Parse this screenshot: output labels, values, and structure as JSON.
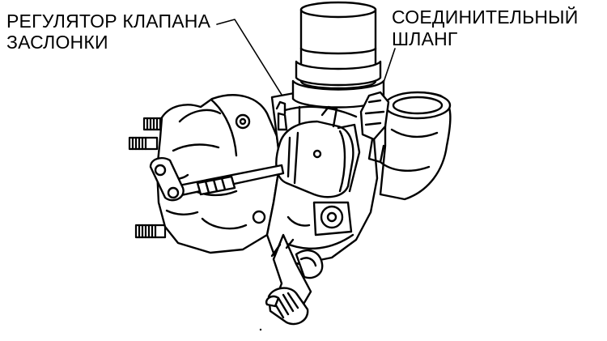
{
  "diagram": {
    "labels": {
      "wastegate_actuator_line1": "РЕГУЛЯТОР КЛАПАНА",
      "wastegate_actuator_line2": "ЗАСЛОНКИ",
      "connecting_hose_line1": "СОЕДИНИТЕЛЬНЫЙ",
      "connecting_hose_line2": "ШЛАНГ"
    },
    "colors": {
      "ink": "#000000",
      "paper": "#ffffff"
    }
  }
}
